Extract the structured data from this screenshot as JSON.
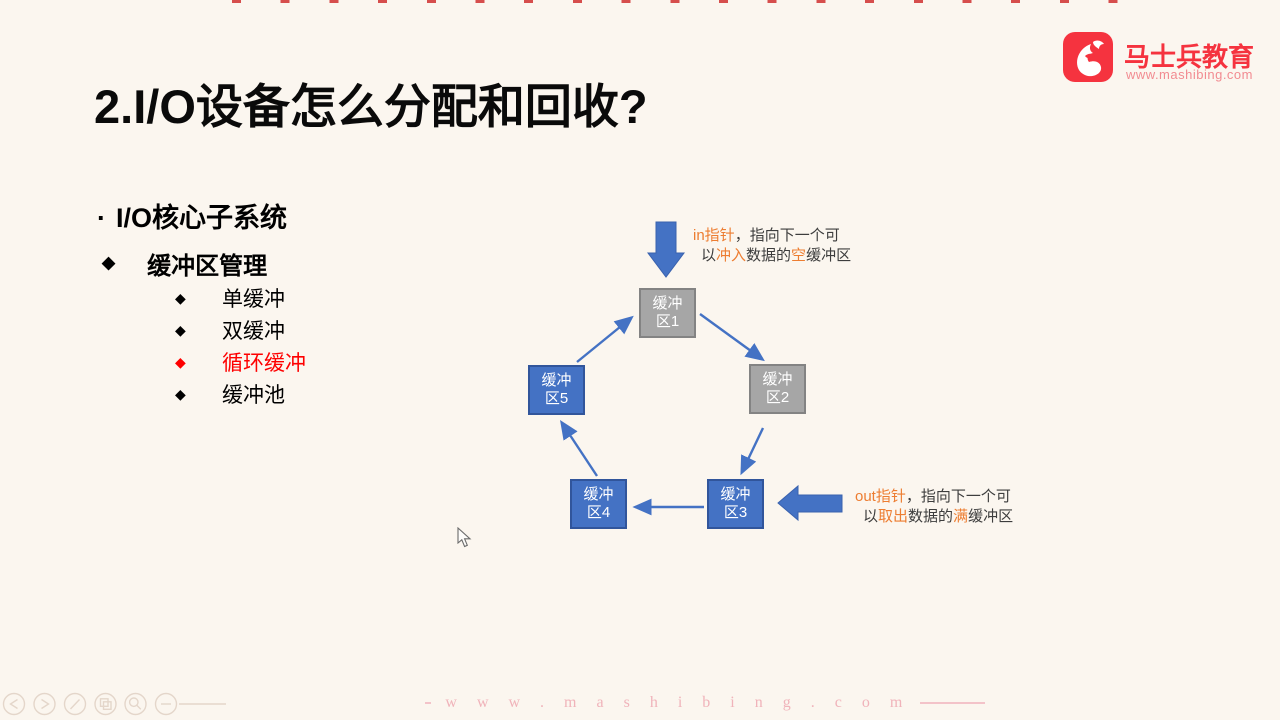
{
  "slide": {
    "title": "2.I/O设备怎么分配和回收?",
    "heading_bullet": "·",
    "heading": "I/O核心子系统",
    "section_bullet": "◆",
    "section": "缓冲区管理",
    "items": [
      {
        "bullet": "◆",
        "label": "单缓冲",
        "highlighted": false
      },
      {
        "bullet": "◆",
        "label": "双缓冲",
        "highlighted": false
      },
      {
        "bullet": "◆",
        "label": "循环缓冲",
        "highlighted": true
      },
      {
        "bullet": "◆",
        "label": "缓冲池",
        "highlighted": false
      }
    ],
    "highlight_color": "#fe0000"
  },
  "brand": {
    "name": "马士兵教育",
    "site": "www.mashibing.com",
    "logo_icon": "horse-logo-icon",
    "logo_color": "#f5333f"
  },
  "diagram": {
    "buffers": [
      {
        "line1": "缓冲",
        "line2": "区1",
        "style": "gray"
      },
      {
        "line1": "缓冲",
        "line2": "区2",
        "style": "gray"
      },
      {
        "line1": "缓冲",
        "line2": "区3",
        "style": "blue"
      },
      {
        "line1": "缓冲",
        "line2": "区4",
        "style": "blue"
      },
      {
        "line1": "缓冲",
        "line2": "区5",
        "style": "blue"
      }
    ],
    "in_note": {
      "line1": [
        {
          "t": "in指针",
          "c": "accent"
        },
        {
          "t": "，指向下一个可",
          "c": "plain"
        }
      ],
      "line2": [
        {
          "t": "以",
          "c": "plain"
        },
        {
          "t": "冲入",
          "c": "accent"
        },
        {
          "t": "数据的",
          "c": "plain"
        },
        {
          "t": "空",
          "c": "accent"
        },
        {
          "t": "缓冲区",
          "c": "plain"
        }
      ]
    },
    "out_note": {
      "line1": [
        {
          "t": "out指针",
          "c": "accent"
        },
        {
          "t": "，指向下一个可",
          "c": "plain"
        }
      ],
      "line2": [
        {
          "t": "以",
          "c": "plain"
        },
        {
          "t": "取出",
          "c": "accent"
        },
        {
          "t": "数据的",
          "c": "plain"
        },
        {
          "t": "满",
          "c": "accent"
        },
        {
          "t": "缓冲区",
          "c": "plain"
        }
      ]
    },
    "accent_color": "#ed7d31",
    "blue_color": "#4472c4",
    "gray_color": "#a6a6a6"
  },
  "player": {
    "toolbar_icons": [
      "previous-icon",
      "next-icon",
      "pen-icon",
      "slides-icon",
      "zoom-icon",
      "minimize-icon"
    ],
    "watermark": "w w w . m a s h i b i n g . c o m"
  }
}
